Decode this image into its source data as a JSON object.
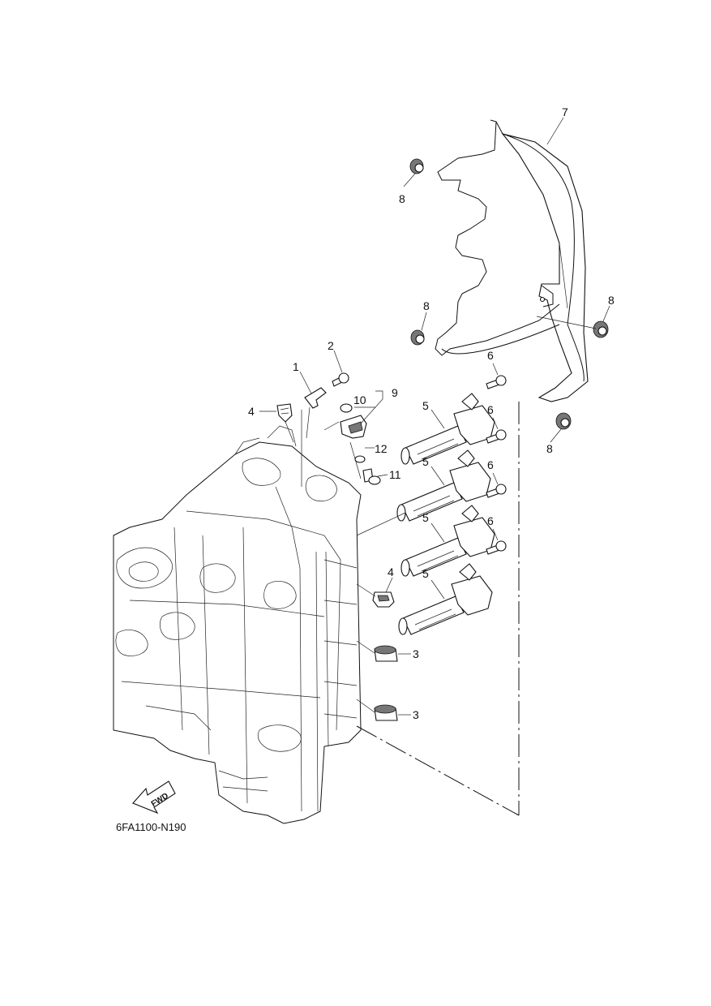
{
  "diagram_code": "6FA1100-N190",
  "fwd_label": "FWD",
  "callouts": {
    "c1": "1",
    "c2": "2",
    "c3a": "3",
    "c3b": "3",
    "c4a": "4",
    "c4b": "4",
    "c5a": "5",
    "c5b": "5",
    "c5c": "5",
    "c5d": "5",
    "c6a": "6",
    "c6b": "6",
    "c6c": "6",
    "c6d": "6",
    "c7": "7",
    "c8a": "8",
    "c8b": "8",
    "c8c": "8",
    "c8d": "8",
    "c9": "9",
    "c10": "10",
    "c11": "11",
    "c12": "12"
  }
}
